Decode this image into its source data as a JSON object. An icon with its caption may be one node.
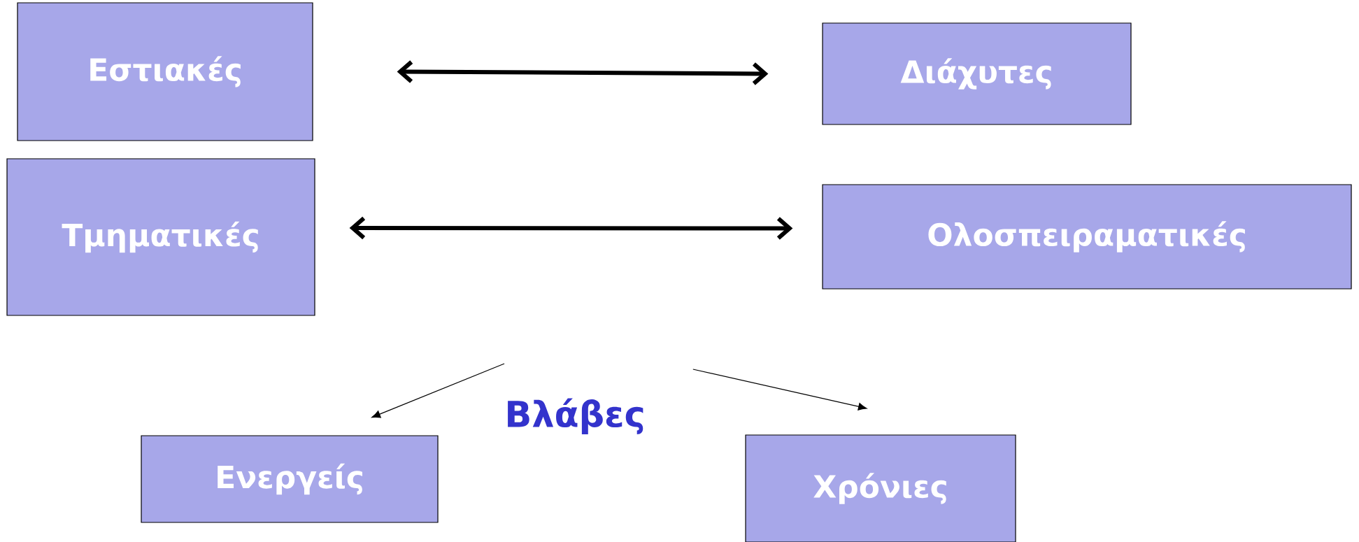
{
  "diagram": {
    "nodes": [
      {
        "text": [
          "Εστιακές"
        ]
      },
      {
        "text": [
          "Διάχυτες"
        ]
      },
      {
        "text": [
          "Τμηματικές"
        ]
      },
      {
        "text": [
          "Ολοσπειραματικές"
        ]
      },
      {
        "text": [
          "Ενεργείς"
        ]
      },
      {
        "text": [
          "Χρόνιες"
        ]
      },
      {
        "text": [
          "Βλάβες"
        ]
      }
    ],
    "edges": [
      {
        "from": 0,
        "to": 1,
        "arrow": "both",
        "style": "thick"
      },
      {
        "from": 2,
        "to": 3,
        "arrow": "both",
        "style": "thick"
      },
      {
        "from": 6,
        "to": 4,
        "arrow": "to"
      },
      {
        "from": 6,
        "to": 5,
        "arrow": "to"
      }
    ]
  }
}
